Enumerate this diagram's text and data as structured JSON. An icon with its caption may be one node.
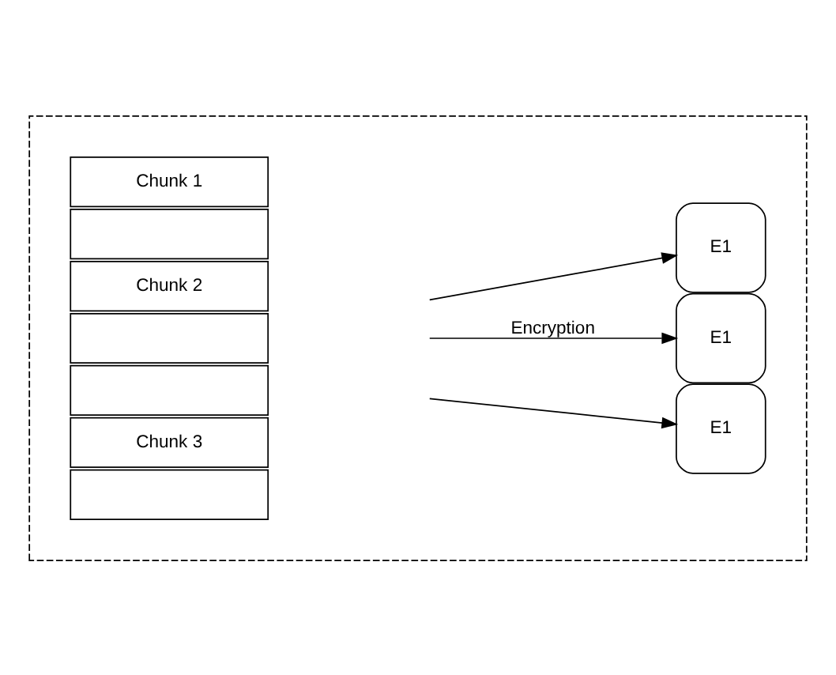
{
  "diagram": {
    "nodes": [
      {
        "text": [],
        "shape": "box"
      },
      {
        "text": [
          "Chunk 1"
        ],
        "in": 0
      },
      {
        "text": [],
        "shape": "box",
        "in": 0
      },
      {
        "text": [
          "Chunk 2"
        ],
        "in": 0
      },
      {
        "text": [],
        "shape": "box",
        "in": 0
      },
      {
        "text": [],
        "shape": "box",
        "in": 0
      },
      {
        "text": [
          "Chunk 3"
        ],
        "in": 0
      },
      {
        "text": [],
        "shape": "box",
        "in": 0
      },
      {
        "text": [
          "E1"
        ],
        "in": 0
      },
      {
        "text": [
          "E1"
        ],
        "in": 0
      },
      {
        "text": [
          "E1"
        ],
        "in": 0
      }
    ],
    "edges": [
      {
        "from": null,
        "to": 8,
        "arrow": "to"
      },
      {
        "from": null,
        "to": 9,
        "arrow": "to",
        "label": "Encryption"
      },
      {
        "from": null,
        "to": 10,
        "arrow": "to"
      }
    ]
  }
}
